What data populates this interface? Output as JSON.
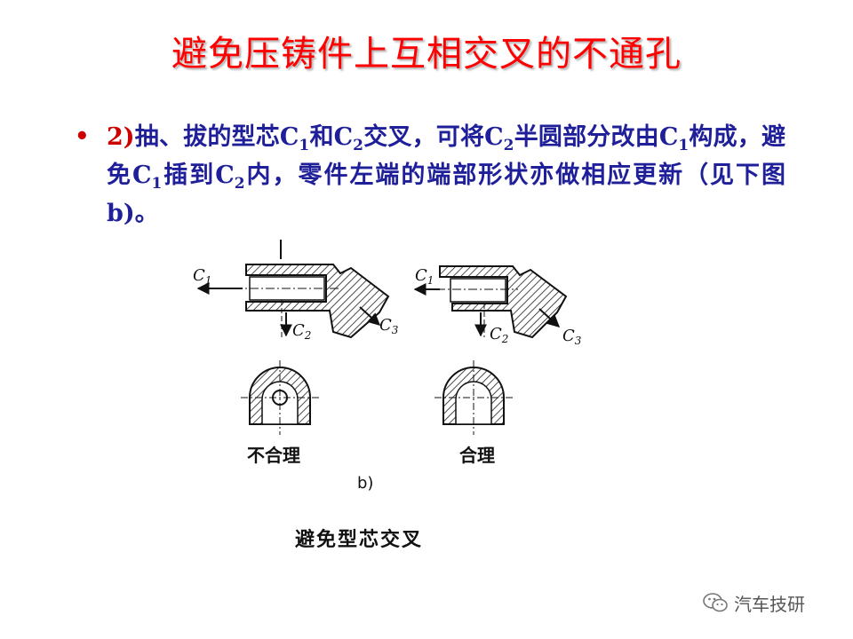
{
  "slide": {
    "title": "避免压铸件上互相交叉的不通孔",
    "bullet": {
      "marker": "•",
      "number": "2)",
      "parts": [
        "抽、拔的型芯C",
        "1",
        "和C",
        "2",
        "交叉，可将C",
        "2",
        "半圆部分改由C",
        "1",
        "构成，避免C",
        "1",
        "插到C",
        "2",
        "内，零件左端的端部形状亦做相应更新（见下图b)。"
      ]
    }
  },
  "figure": {
    "core_labels": [
      "C1",
      "C2",
      "C3"
    ],
    "label_bad": "不合理",
    "label_good": "合理",
    "sub_label": "b)",
    "caption": "避免型芯交叉"
  },
  "watermark": {
    "text": "汽车技研",
    "icon": "wechat-icon"
  }
}
